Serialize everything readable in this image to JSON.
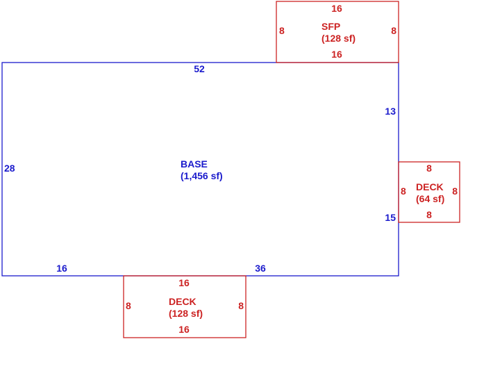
{
  "colors": {
    "base": "#1a1acc",
    "addition": "#cc2222"
  },
  "base": {
    "name": "BASE",
    "area": "(1,456 sf)",
    "dims": {
      "top": "52",
      "left": "28",
      "right_upper": "13",
      "right_lower": "15",
      "bottom_left": "16",
      "bottom_right": "36"
    }
  },
  "sfp": {
    "name": "SFP",
    "area": "(128 sf)",
    "dims": {
      "top": "16",
      "bottom": "16",
      "left": "8",
      "right": "8"
    }
  },
  "deck_right": {
    "name": "DECK",
    "area": "(64 sf)",
    "dims": {
      "top": "8",
      "bottom": "8",
      "left": "8",
      "right": "8"
    }
  },
  "deck_bottom": {
    "name": "DECK",
    "area": "(128 sf)",
    "dims": {
      "top": "16",
      "bottom": "16",
      "left": "8",
      "right": "8"
    }
  }
}
